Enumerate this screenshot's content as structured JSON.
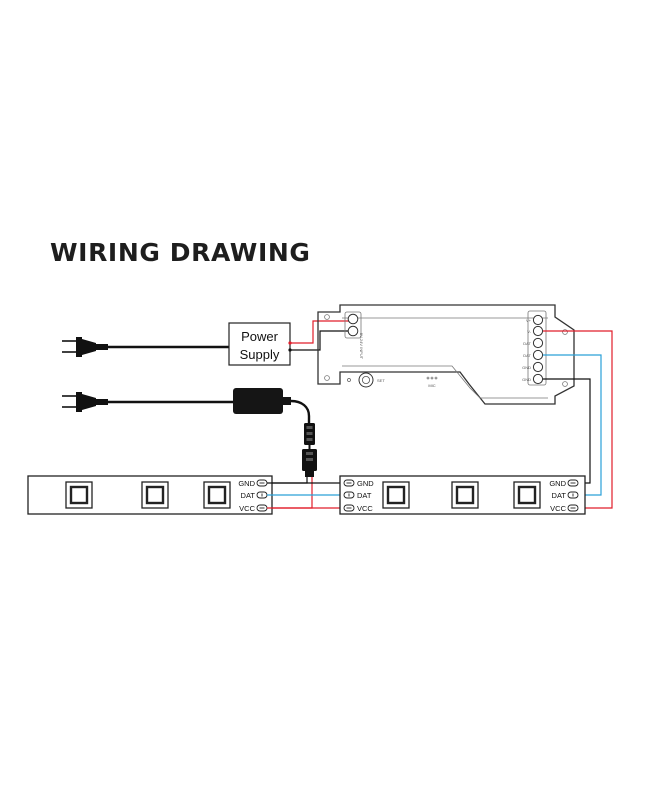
{
  "title": "WIRING DRAWING",
  "power_supply": {
    "line1": "Power",
    "line2": "Supply"
  },
  "controller": {
    "set_label": "SET",
    "mic_label": "MIC",
    "input_label": "5V-24V INPUT",
    "output_pins": [
      "V+",
      "V-",
      "DAT",
      "DAT",
      "GND",
      "GND"
    ]
  },
  "strip_pins": [
    "GND",
    "DAT",
    "VCC"
  ],
  "colors": {
    "ground_wire": "#111111",
    "data_wire": "#2aa0d8",
    "power_wire": "#e11d2a"
  }
}
